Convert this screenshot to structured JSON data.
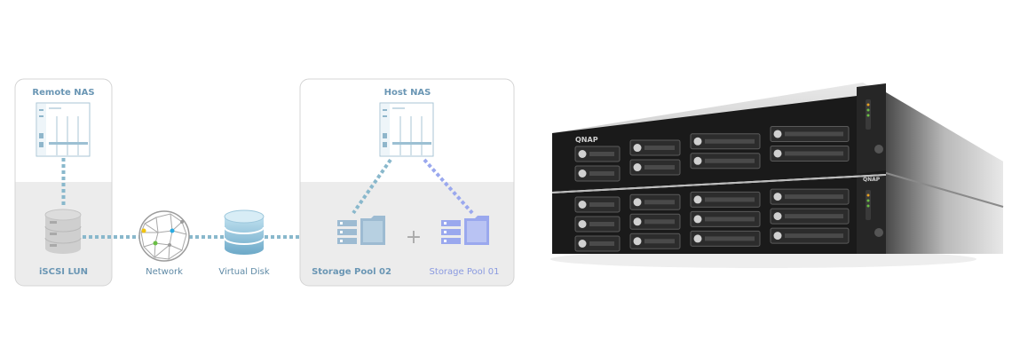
{
  "remote_panel": {
    "title": "Remote NAS",
    "lun_label": "iSCSI LUN"
  },
  "network": {
    "label": "Network"
  },
  "virtual_disk": {
    "label": "Virtual Disk"
  },
  "host_panel": {
    "title": "Host NAS",
    "pool_02_label": "Storage Pool 02",
    "pool_01_label": "Storage Pool 01",
    "plus": "+"
  },
  "nas_device": {
    "brand": "QNAP"
  },
  "colors": {
    "line": "#89b8cc",
    "panel_border": "#d4d4d4",
    "panel_bottom": "#ececec",
    "pool_02": "#9dbbd2",
    "pool_01": "#9aa8ee",
    "chassis": "#1a1a1a"
  }
}
